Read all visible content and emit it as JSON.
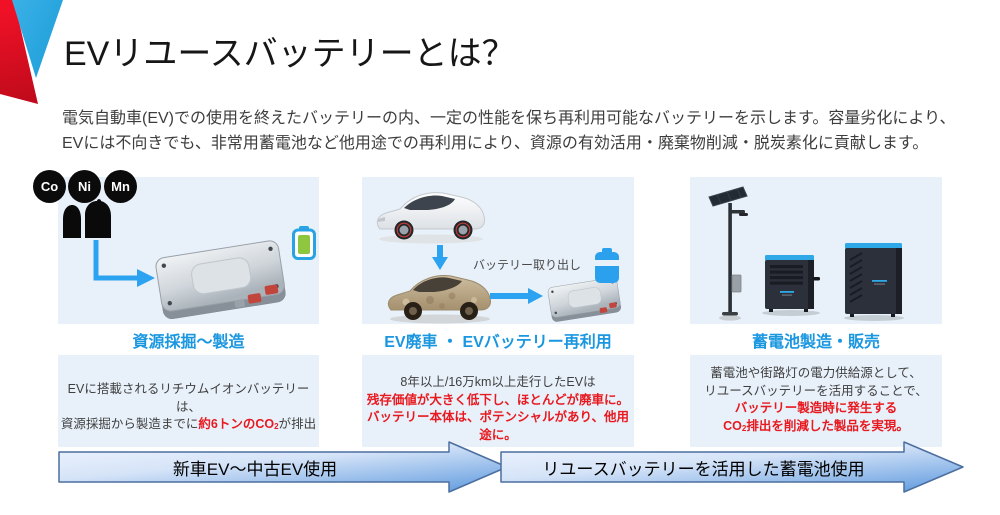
{
  "slide": {
    "title": "EVリユースバッテリーとは？",
    "intro_line1": "電気自動車(EV)での使用を終えたバッテリーの内、一定の性能を保ち再利用可能なバッテリーを示します。容量劣化により、",
    "intro_line2": "EVには不向きでも、非常用蓄電池など他用途での再利用により、資源の有効活用・廃棄物削減・脱炭素化に貢献します。"
  },
  "columns": [
    {
      "label": "資源採掘～製造",
      "chips": [
        "Co",
        "Ni",
        "Mn"
      ],
      "desc_line1": "EVに搭載されるリチウムイオンバッテリーは、",
      "desc_line2_prefix": "資源採掘から製造までに",
      "desc_line2_highlight": "約6トンのCO",
      "desc_line2_highlight_sub": "2",
      "desc_line2_suffix": "が排出"
    },
    {
      "label": "EV廃車 ・ EVバッテリー再利用",
      "annotation": "バッテリー取り出し",
      "desc_line1": "8年以上/16万km以上走行したEVは",
      "desc_line2": "残存価値が大きく低下し、ほとんどが廃車に。",
      "desc_line3": "バッテリー本体は、ポテンシャルがあり、他用途に。"
    },
    {
      "label": "蓄電池製造・販売",
      "desc_line1": "蓄電池や街路灯の電力供給源として、",
      "desc_line2": "リユースバッテリーを活用することで、",
      "desc_line3": "バッテリー製造時に発生する",
      "desc_line4_co": "CO",
      "desc_line4_sub": "2",
      "desc_line4_rest": "排出を削減した製品を実現。"
    }
  ],
  "flow_arrows": [
    {
      "label": "新車EV～中古EV使用"
    },
    {
      "label": "リユースバッテリーを活用した蓄電池使用"
    }
  ],
  "colors": {
    "accent_blue": "#1b97e0",
    "bright_blue_arrow": "#2ba3f0",
    "highlight_red": "#e8191f",
    "panel_bg": "#e8f1fa",
    "deco_red": "#e01020",
    "deco_blue": "#29a8e0",
    "flow_arrow_border": "#4c6f9f",
    "battery_green": "#8fc640",
    "cabinet_top_blue": "#2fa8e8"
  }
}
